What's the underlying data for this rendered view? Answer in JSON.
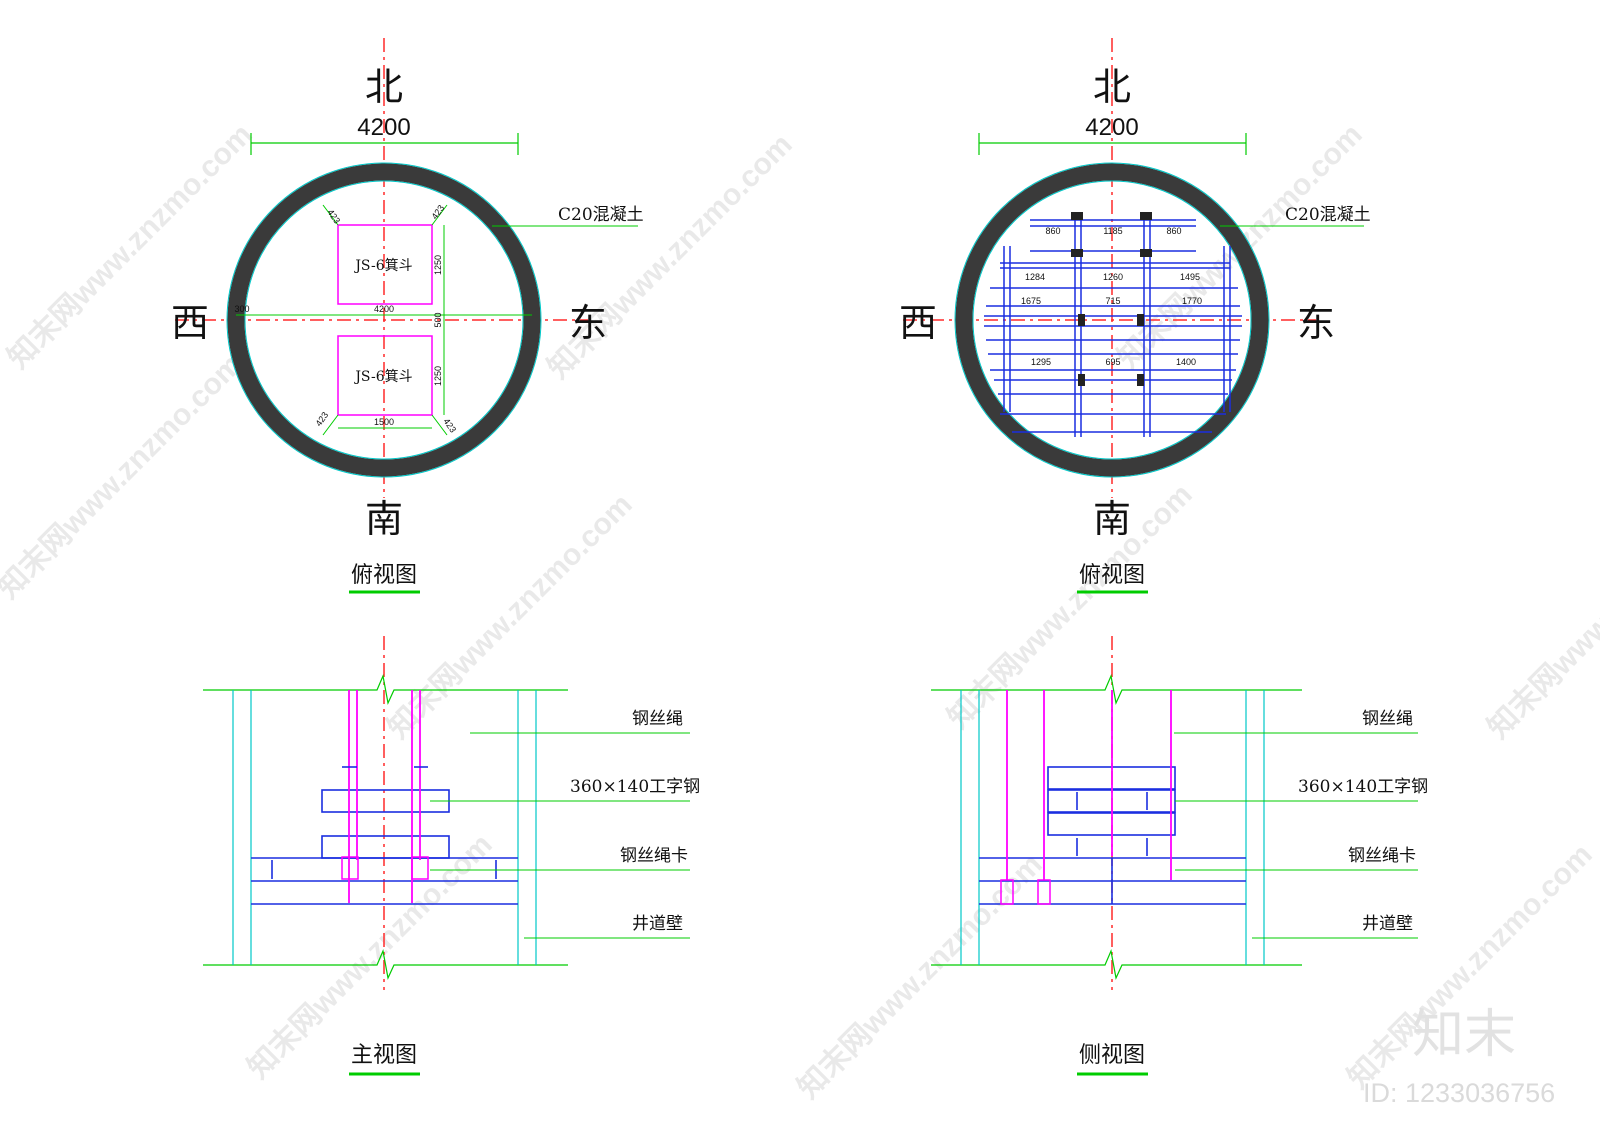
{
  "watermark": {
    "text": "知末网www.znzmo.com",
    "brand": "知末",
    "id": "ID: 1233036756"
  },
  "directions": {
    "north": "北",
    "south": "南",
    "west": "西",
    "east": "东"
  },
  "top_left": {
    "diameter": "4200",
    "concrete_label": "C20混凝土",
    "skip_label": "JS-6箕斗",
    "dim_423": "423",
    "dim_1250": "1250",
    "dim_300": "300",
    "dim_4200": "4200",
    "dim_500": "500",
    "dim_1500": "1500",
    "title": "俯视图"
  },
  "top_right": {
    "diameter": "4200",
    "concrete_label": "C20混凝土",
    "row1": [
      "860",
      "1185",
      "860"
    ],
    "row2": [
      "1284",
      "1260",
      "1495"
    ],
    "row3": [
      "1675",
      "715",
      "1770"
    ],
    "row4": [
      "1295",
      "695",
      "1400"
    ],
    "title": "俯视图"
  },
  "front_view": {
    "label_rope": "钢丝绳",
    "label_beam": "360×140工字钢",
    "label_clip": "钢丝绳卡",
    "label_wall": "井道壁",
    "title": "主视图"
  },
  "side_view": {
    "label_rope": "钢丝绳",
    "label_beam": "360×140工字钢",
    "label_clip": "钢丝绳卡",
    "label_wall": "井道壁",
    "title": "侧视图"
  }
}
